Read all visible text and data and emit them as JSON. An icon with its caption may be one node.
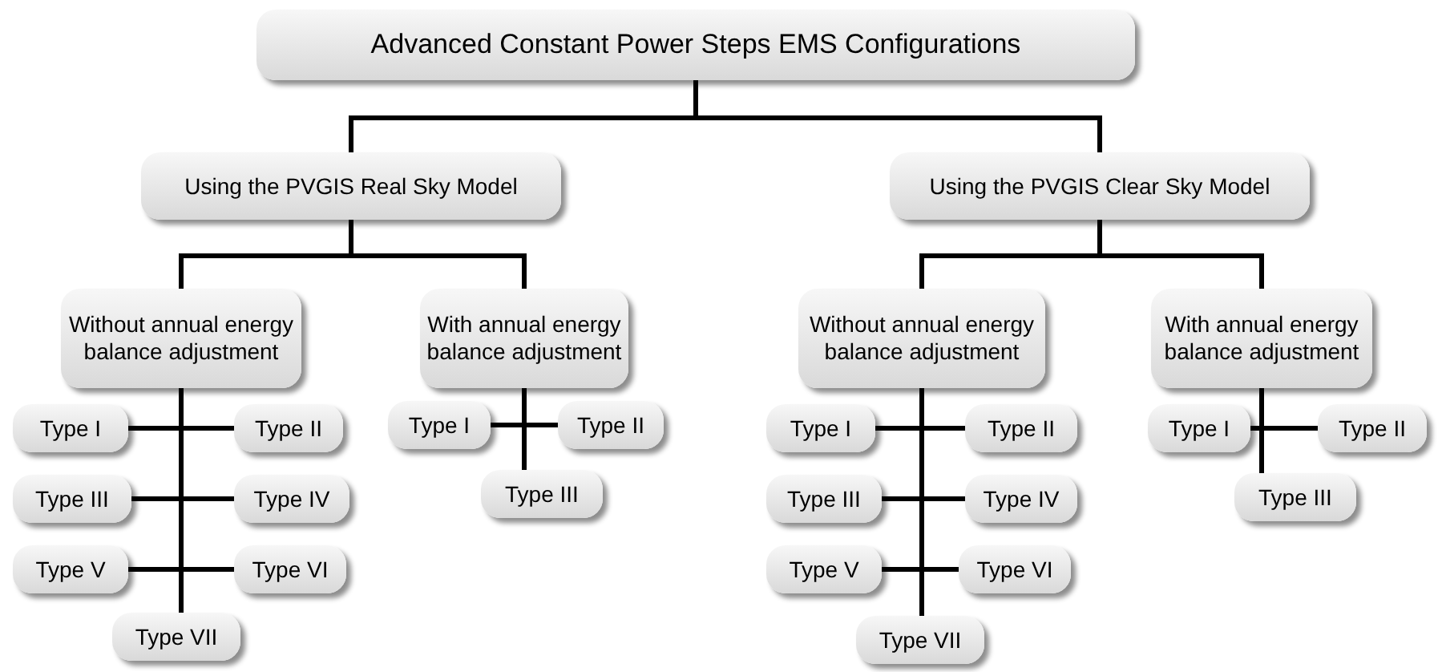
{
  "diagram": {
    "nodes": [
      {
        "text": [
          "Advanced Constant Power Steps EMS Configurations"
        ]
      },
      {
        "text": [
          "Using the PVGIS Real Sky Model"
        ]
      },
      {
        "text": [
          "Without annual energy balance adjustment"
        ]
      },
      {
        "text": [
          "With annual energy balance adjustment"
        ]
      },
      {
        "text": [
          "Type I"
        ]
      },
      {
        "text": [
          "Type II"
        ]
      },
      {
        "text": [
          "Type III"
        ]
      },
      {
        "text": [
          "Type IV"
        ]
      },
      {
        "text": [
          "Type V"
        ]
      },
      {
        "text": [
          "Type VI"
        ]
      },
      {
        "text": [
          "Type VII"
        ]
      },
      {
        "text": [
          "Type I"
        ]
      },
      {
        "text": [
          "Type II"
        ]
      },
      {
        "text": [
          "Type III"
        ]
      },
      {
        "text": [
          "Using the PVGIS Clear Sky Model"
        ]
      },
      {
        "text": [
          "Without annual energy balance adjustment"
        ]
      },
      {
        "text": [
          "With annual energy balance adjustment"
        ]
      },
      {
        "text": [
          "Type I"
        ]
      },
      {
        "text": [
          "Type II"
        ]
      },
      {
        "text": [
          "Type III"
        ]
      },
      {
        "text": [
          "Type IV"
        ]
      },
      {
        "text": [
          "Type V"
        ]
      },
      {
        "text": [
          "Type VI"
        ]
      },
      {
        "text": [
          "Type VII"
        ]
      },
      {
        "text": [
          "Type I"
        ]
      },
      {
        "text": [
          "Type II"
        ]
      },
      {
        "text": [
          "Type III"
        ]
      }
    ],
    "edges": [
      {
        "from": 0,
        "to": 1,
        "arrow": "none"
      },
      {
        "from": 0,
        "to": 14,
        "arrow": "none"
      },
      {
        "from": 1,
        "to": 2,
        "arrow": "none"
      },
      {
        "from": 1,
        "to": 3,
        "arrow": "none"
      },
      {
        "from": 2,
        "to": 4,
        "arrow": "none"
      },
      {
        "from": 2,
        "to": 5,
        "arrow": "none"
      },
      {
        "from": 2,
        "to": 6,
        "arrow": "none"
      },
      {
        "from": 2,
        "to": 7,
        "arrow": "none"
      },
      {
        "from": 2,
        "to": 8,
        "arrow": "none"
      },
      {
        "from": 2,
        "to": 9,
        "arrow": "none"
      },
      {
        "from": 2,
        "to": 10,
        "arrow": "none"
      },
      {
        "from": 3,
        "to": 11,
        "arrow": "none"
      },
      {
        "from": 3,
        "to": 12,
        "arrow": "none"
      },
      {
        "from": 3,
        "to": 13,
        "arrow": "none"
      },
      {
        "from": 14,
        "to": 15,
        "arrow": "none"
      },
      {
        "from": 14,
        "to": 16,
        "arrow": "none"
      },
      {
        "from": 15,
        "to": 17,
        "arrow": "none"
      },
      {
        "from": 15,
        "to": 18,
        "arrow": "none"
      },
      {
        "from": 15,
        "to": 19,
        "arrow": "none"
      },
      {
        "from": 15,
        "to": 20,
        "arrow": "none"
      },
      {
        "from": 15,
        "to": 21,
        "arrow": "none"
      },
      {
        "from": 15,
        "to": 22,
        "arrow": "none"
      },
      {
        "from": 15,
        "to": 23,
        "arrow": "none"
      },
      {
        "from": 16,
        "to": 24,
        "arrow": "none"
      },
      {
        "from": 16,
        "to": 25,
        "arrow": "none"
      },
      {
        "from": 16,
        "to": 26,
        "arrow": "none"
      }
    ]
  }
}
